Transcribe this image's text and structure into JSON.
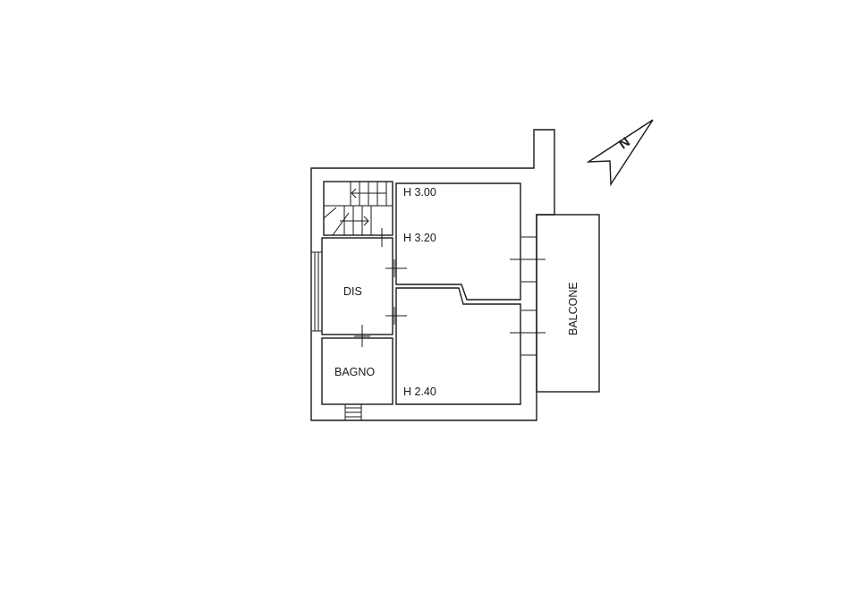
{
  "rooms": {
    "dis": "DIS",
    "bagno": "BAGNO",
    "balcone": "BALCONE"
  },
  "heights": {
    "upper_room_a": "H 3.00",
    "upper_room_b": "H 3.20",
    "lower_room": "H 2.40"
  },
  "compass": {
    "letter": "N"
  },
  "colors": {
    "line": "#1a1a1a",
    "background": "#ffffff"
  }
}
